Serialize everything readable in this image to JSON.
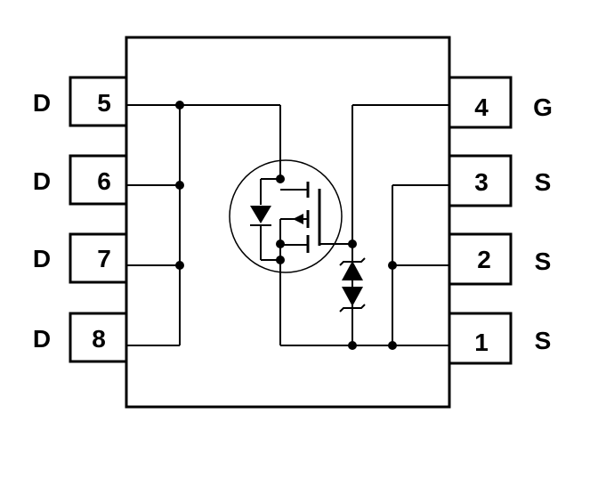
{
  "pins": {
    "left": [
      {
        "number": "5",
        "name": "D"
      },
      {
        "number": "6",
        "name": "D"
      },
      {
        "number": "7",
        "name": "D"
      },
      {
        "number": "8",
        "name": "D"
      }
    ],
    "right": [
      {
        "number": "4",
        "name": "G"
      },
      {
        "number": "3",
        "name": "S"
      },
      {
        "number": "2",
        "name": "S"
      },
      {
        "number": "1",
        "name": "S"
      }
    ]
  }
}
